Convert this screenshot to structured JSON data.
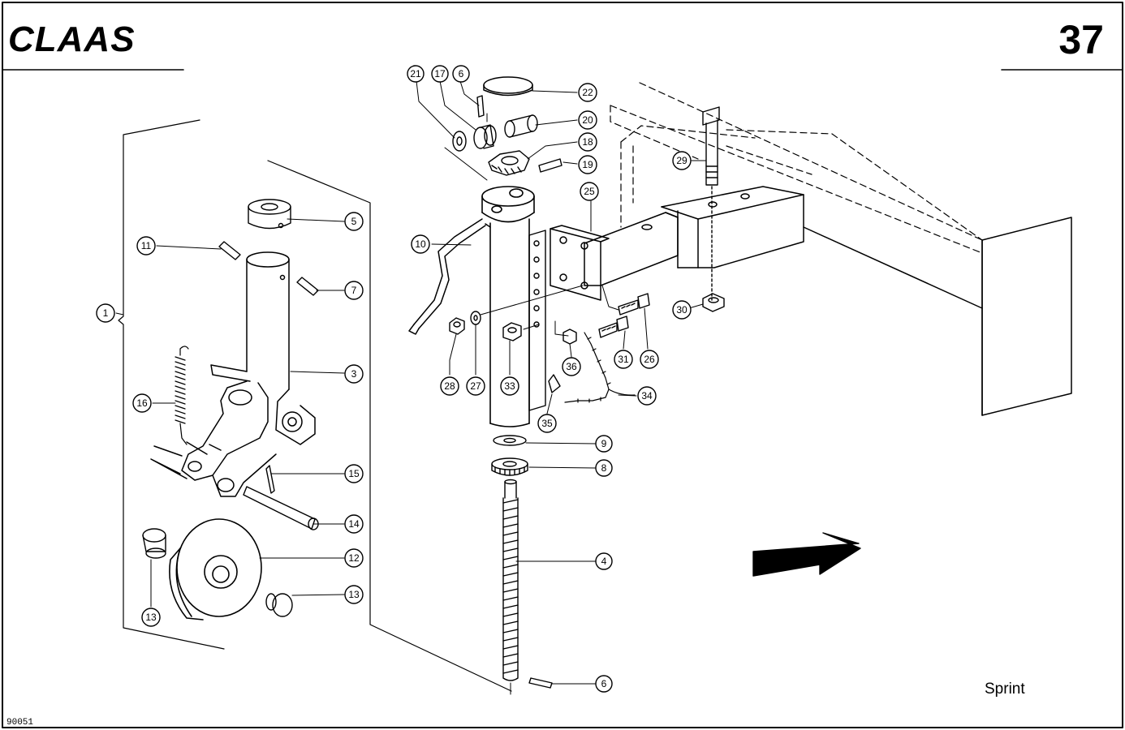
{
  "header": {
    "brand": "CLAAS",
    "page_number": "37"
  },
  "footer": {
    "model": "Sprint",
    "drawing_code": "90051"
  },
  "callouts": [
    {
      "id": "c21",
      "label": "21"
    },
    {
      "id": "c17",
      "label": "17"
    },
    {
      "id": "c6a",
      "label": "6"
    },
    {
      "id": "c22",
      "label": "22"
    },
    {
      "id": "c20",
      "label": "20"
    },
    {
      "id": "c18",
      "label": "18"
    },
    {
      "id": "c19",
      "label": "19"
    },
    {
      "id": "c25",
      "label": "25"
    },
    {
      "id": "c29",
      "label": "29"
    },
    {
      "id": "c5",
      "label": "5"
    },
    {
      "id": "c11",
      "label": "11"
    },
    {
      "id": "c7",
      "label": "7"
    },
    {
      "id": "c10",
      "label": "10"
    },
    {
      "id": "c1",
      "label": "1"
    },
    {
      "id": "c30",
      "label": "30"
    },
    {
      "id": "c3",
      "label": "3"
    },
    {
      "id": "c16",
      "label": "16"
    },
    {
      "id": "c28",
      "label": "28"
    },
    {
      "id": "c27",
      "label": "27"
    },
    {
      "id": "c33",
      "label": "33"
    },
    {
      "id": "c36",
      "label": "36"
    },
    {
      "id": "c31",
      "label": "31"
    },
    {
      "id": "c26",
      "label": "26"
    },
    {
      "id": "c34",
      "label": "34"
    },
    {
      "id": "c35",
      "label": "35"
    },
    {
      "id": "c9",
      "label": "9"
    },
    {
      "id": "c8",
      "label": "8"
    },
    {
      "id": "c15",
      "label": "15"
    },
    {
      "id": "c14",
      "label": "14"
    },
    {
      "id": "c12",
      "label": "12"
    },
    {
      "id": "c4",
      "label": "4"
    },
    {
      "id": "c13a",
      "label": "13"
    },
    {
      "id": "c13b",
      "label": "13"
    },
    {
      "id": "c6b",
      "label": "6"
    }
  ]
}
